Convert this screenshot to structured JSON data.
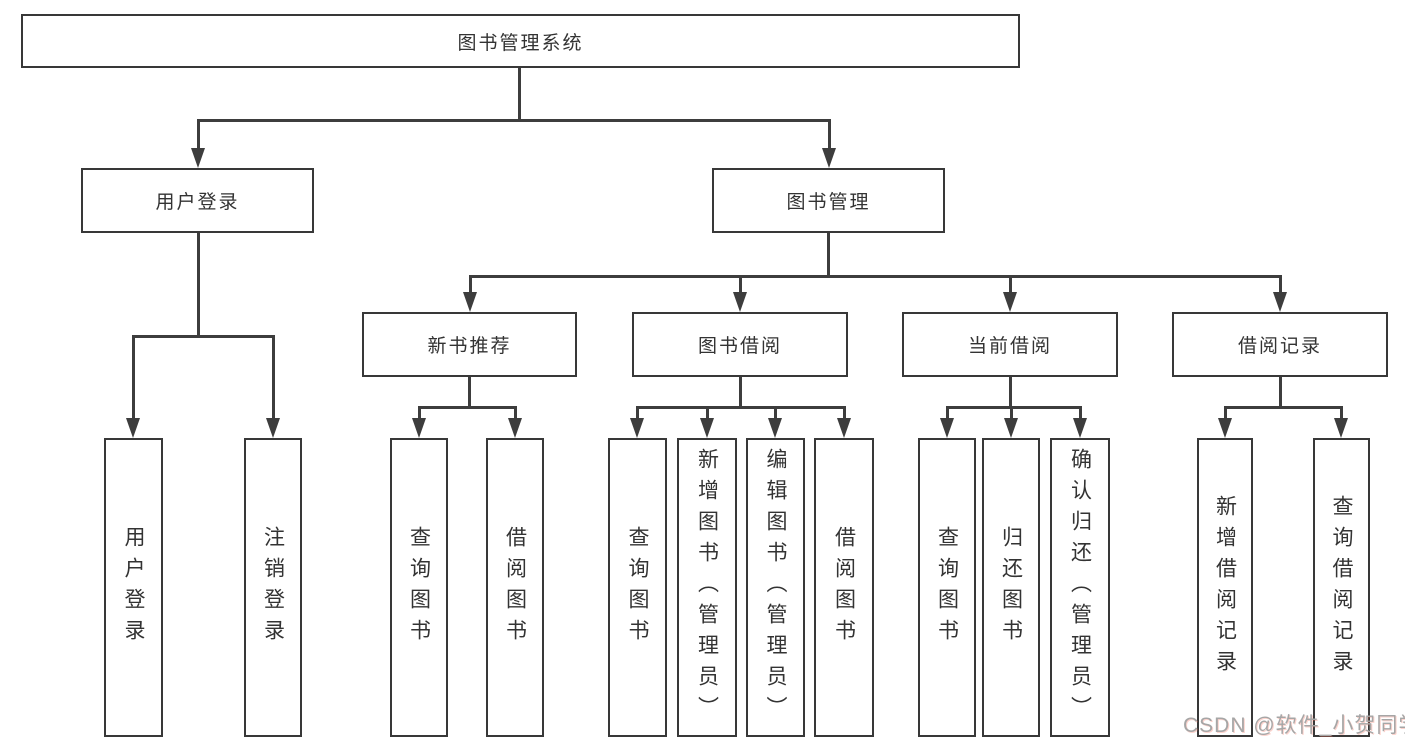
{
  "diagram": {
    "root": "图书管理系统",
    "branches": [
      {
        "label": "用户登录",
        "children": [
          "用户登录",
          "注销登录"
        ]
      },
      {
        "label": "图书管理",
        "sections": [
          {
            "label": "新书推荐",
            "children": [
              "查询图书",
              "借阅图书"
            ]
          },
          {
            "label": "图书借阅",
            "children": [
              "查询图书",
              "新增图书（管理员）",
              "编辑图书（管理员）",
              "借阅图书"
            ]
          },
          {
            "label": "当前借阅",
            "children": [
              "查询图书",
              "归还图书",
              "确认归还（管理员）"
            ]
          },
          {
            "label": "借阅记录",
            "children": [
              "新增借阅记录",
              "查询借阅记录"
            ]
          }
        ]
      }
    ]
  },
  "watermark": {
    "text": "CSDN @软件_小贺同学"
  },
  "colors": {
    "line": "#3d3d3d",
    "box_border": "#383838",
    "text": "#333333",
    "watermark": "#a6a6a6",
    "background": "#ffffff"
  }
}
